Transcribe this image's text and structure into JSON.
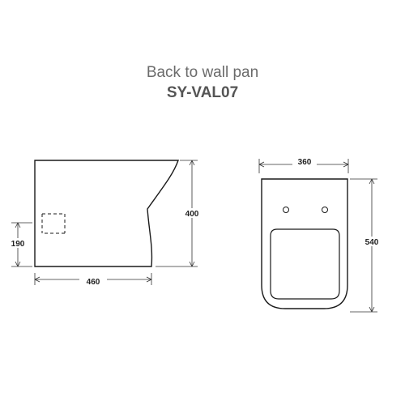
{
  "title": "Back to wall pan",
  "model_code": "SY-VAL07",
  "side_view": {
    "dimensions": {
      "length": "460",
      "height": "400",
      "waste_outlet_height": "190"
    }
  },
  "top_view": {
    "dimensions": {
      "width": "360",
      "depth": "540"
    }
  },
  "colors": {
    "outline": "#1a1a1a",
    "dimension_line": "#333333",
    "title": "#6b6b6b",
    "model_code": "#555555"
  }
}
